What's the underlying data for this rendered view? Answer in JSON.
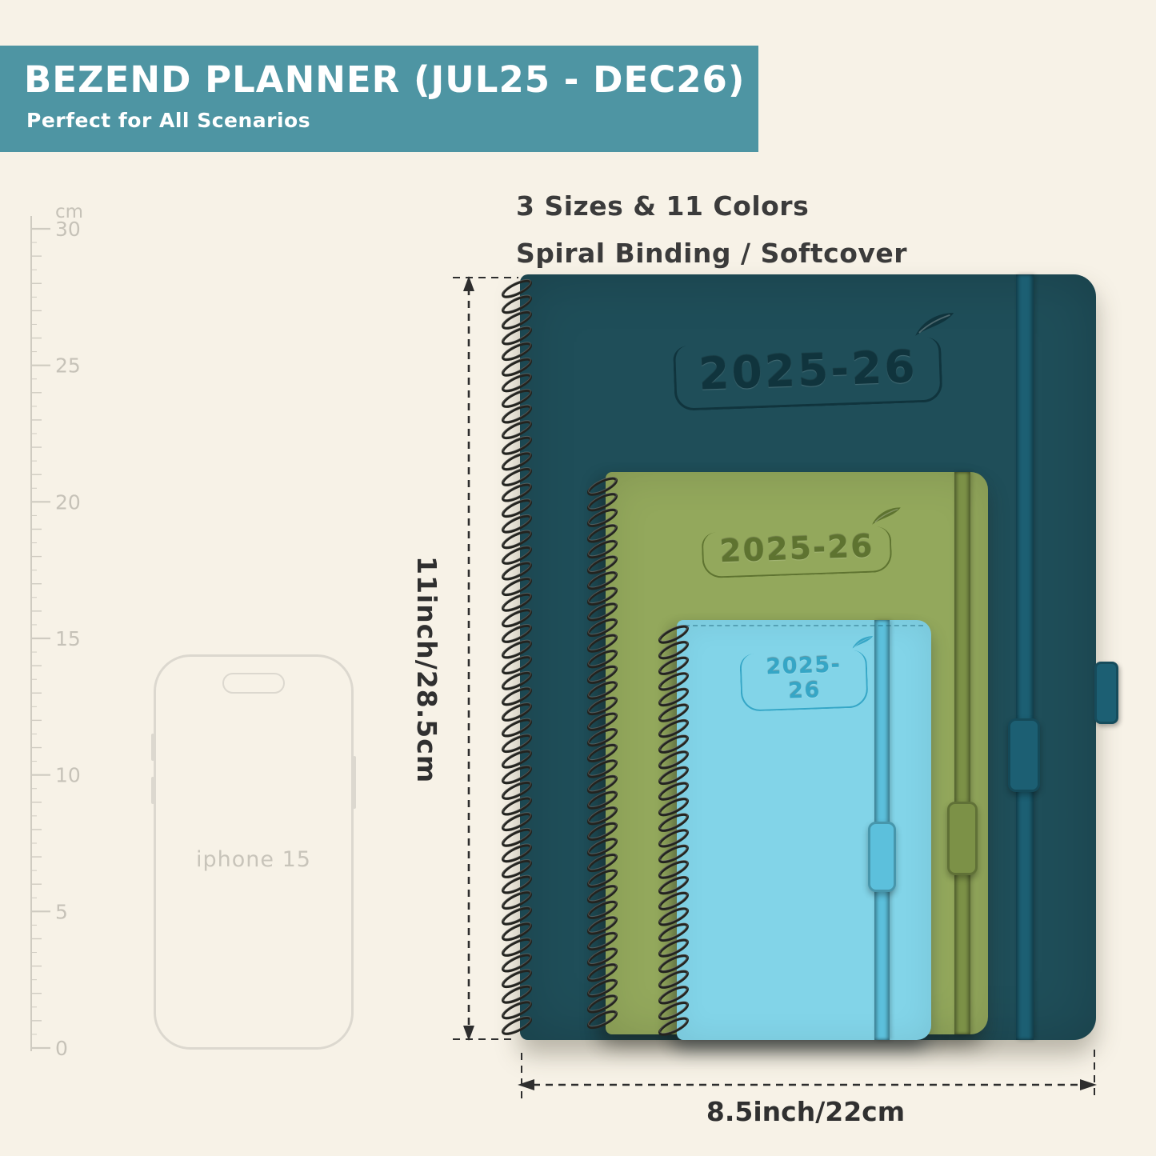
{
  "header": {
    "title": "BEZEND PLANNER (JUL25 - DEC26)",
    "subtitle": "Perfect for All Scenarios"
  },
  "features": {
    "line1": "3 Sizes & 11 Colors",
    "line2": "Spiral Binding / Softcover"
  },
  "ruler": {
    "unit": "cm",
    "major_labels": [
      30,
      25,
      20,
      15,
      10,
      5,
      0
    ],
    "range_cm": 30
  },
  "phone": {
    "label": "iphone 15"
  },
  "planners": [
    {
      "id": "large",
      "year": "2025-26",
      "cover_color": "#1F4E59",
      "band_color": "#1C5F73",
      "text_color": "#10343D"
    },
    {
      "id": "medium",
      "year": "2025-26",
      "cover_color": "#93A85C",
      "band_color": "#7C9147",
      "text_color": "#5E7330"
    },
    {
      "id": "small",
      "year": "2025-26",
      "cover_color": "#82D4E8",
      "band_color": "#5CC0DC",
      "text_color": "#35A6C6"
    }
  ],
  "dimensions": {
    "height_label": "11inch/28.5cm",
    "width_label": "8.5inch/22cm"
  },
  "colors": {
    "background": "#F7F2E7",
    "banner": "#4E95A3",
    "annotation": "#2E2E2E",
    "ruler": "#CFCBC1",
    "ruler-text": "#C6C2B8"
  }
}
